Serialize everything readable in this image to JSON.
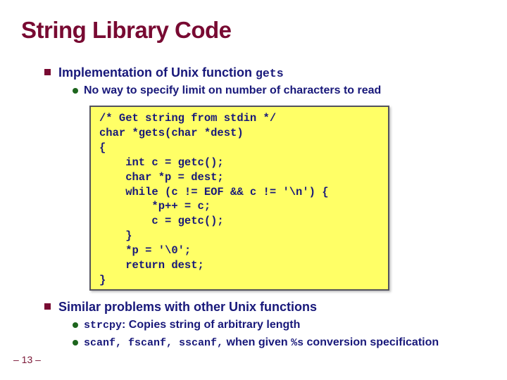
{
  "slide": {
    "title": "String Library Code",
    "footer": "– 13 –",
    "colors": {
      "title": "#780a32",
      "body": "#18187a",
      "bullet_square": "#780a32",
      "bullet_circle": "#1d651d",
      "code_bg": "#ffff66",
      "code_border": "#53535c",
      "footer": "#7a1535"
    }
  },
  "sections": [
    {
      "heading_prefix": "Implementation of Unix function ",
      "heading_mono": "gets",
      "subs": [
        {
          "text": "No way to specify limit on number of characters to read"
        }
      ]
    },
    {
      "heading": "Similar problems with other Unix functions",
      "subs": [
        {
          "mono": "strcpy",
          "text": ": Copies string of arbitrary length"
        },
        {
          "mono_funcs": "scanf, fscanf, sscanf,",
          "text_mid": " when given ",
          "mono_spec": "%s",
          "text_end": " conversion specification"
        }
      ]
    }
  ],
  "code_block": {
    "code": "/* Get string from stdin */\nchar *gets(char *dest)\n{\n    int c = getc();\n    char *p = dest;\n    while (c != EOF && c != '\\n') {\n        *p++ = c;\n        c = getc();\n    }\n    *p = '\\0';\n    return dest;\n}"
  }
}
